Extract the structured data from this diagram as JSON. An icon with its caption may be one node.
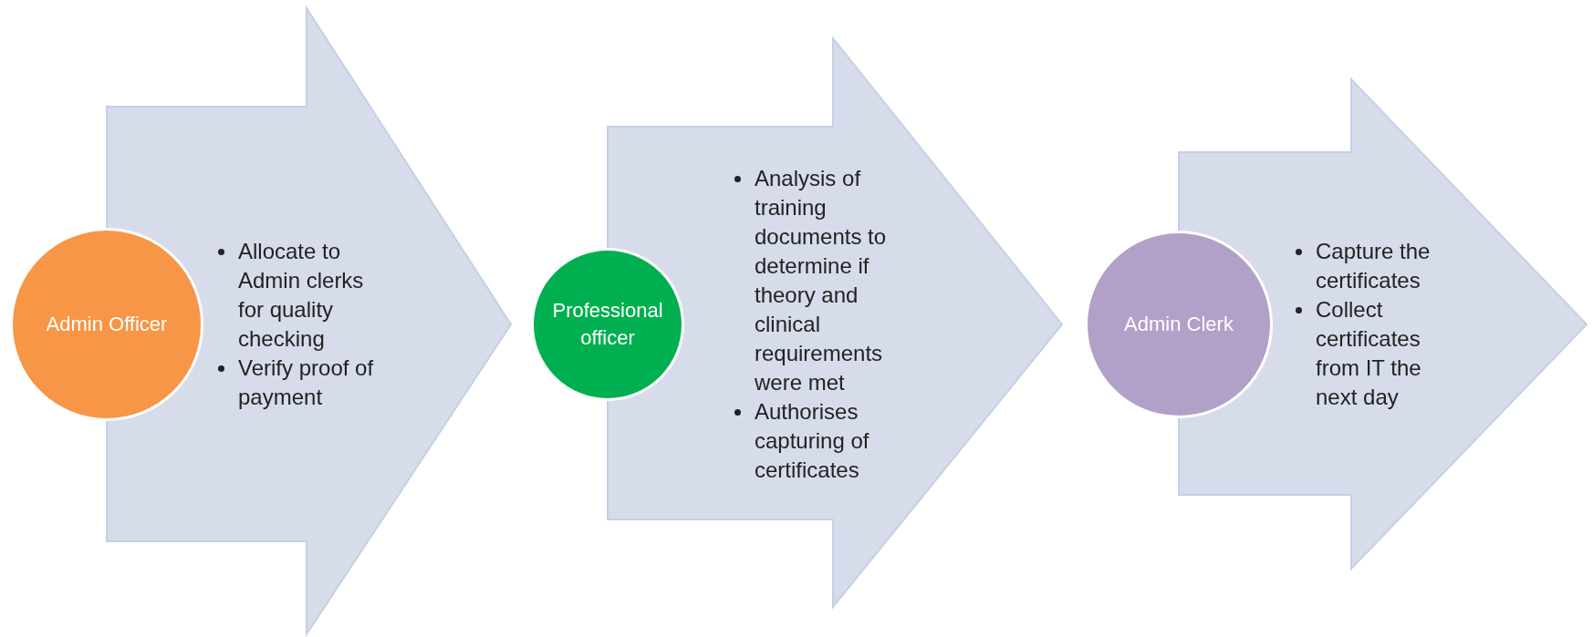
{
  "diagram": {
    "nodes": [
      {
        "text": [
          "Admin Officer"
        ]
      },
      {
        "text": [
          "Allocate to Admin clerks for quality checking",
          "Verify proof of payment"
        ]
      },
      {
        "text": [
          "Professional officer"
        ]
      },
      {
        "text": [
          "Analysis of training documents to determine if theory and clinical requirements were met",
          "Authorises capturing of certificates"
        ]
      },
      {
        "text": [
          "Admin Clerk"
        ]
      },
      {
        "text": [
          "Capture the certificates",
          "Collect certificates from IT the next day"
        ]
      }
    ]
  }
}
